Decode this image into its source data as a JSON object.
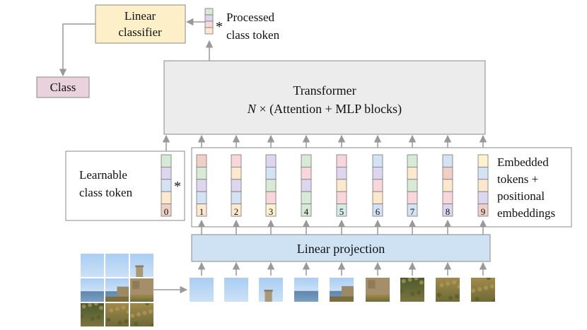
{
  "diagram": {
    "linear_classifier": {
      "line1": "Linear",
      "line2": "classifier"
    },
    "class_box": {
      "label": "Class"
    },
    "processed_token": {
      "line1": "Processed",
      "line2": "class token",
      "asterisk": "*"
    },
    "transformer": {
      "title": "Transformer",
      "italic_n": "N",
      "subtitle_rest": " × (Attention + MLP blocks)"
    },
    "learnable": {
      "line1": "Learnable",
      "line2": "class token",
      "asterisk": "*",
      "index": "0"
    },
    "embedded": {
      "line1": "Embedded",
      "line2": "tokens +",
      "line3": "positional",
      "line4": "embeddings"
    },
    "linear_projection": {
      "label": "Linear projection"
    },
    "token_indices": [
      "1",
      "2",
      "3",
      "4",
      "5",
      "6",
      "7",
      "8",
      "9"
    ]
  },
  "colors": {
    "classifier_fill": "#fdf0c8",
    "class_fill": "#ead2dc",
    "transformer_fill": "#ececec",
    "projection_fill": "#cfe2f3",
    "arrow": "#999999",
    "token_palette": [
      "#d6ead6",
      "#ddd6ee",
      "#f8d7dc",
      "#fbe8cd",
      "#d3e3f4",
      "#efcfc6",
      "#d5ebe7",
      "#fdf2d0"
    ]
  },
  "tokens": {
    "class_token": [
      "#d6ead6",
      "#ddd6ee",
      "#d3e3f4",
      "#fbe8cd",
      "#efcfc6"
    ],
    "processed": [
      "#d6ead6",
      "#ddd6ee",
      "#f8d7dc",
      "#fbe8cd"
    ],
    "patches": [
      [
        "#efcfc6",
        "#d6ead6",
        "#ddd6ee",
        "#d3e3f4",
        "#fbe8cd"
      ],
      [
        "#f8d7dc",
        "#fbe8cd",
        "#ddd6ee",
        "#d3e3f4",
        "#fbe8cd"
      ],
      [
        "#ddd6ee",
        "#d3e3f4",
        "#d6ead6",
        "#f8d7dc",
        "#fdf2d0"
      ],
      [
        "#d6ead6",
        "#f8d7dc",
        "#ddd6ee",
        "#d6ead6",
        "#d6ead6"
      ],
      [
        "#f8d7dc",
        "#ddd6ee",
        "#fbe8cd",
        "#f8d7dc",
        "#d5ebe7"
      ],
      [
        "#d3e3f4",
        "#ddd6ee",
        "#f8d7dc",
        "#fbe8cd",
        "#d3e3f4"
      ],
      [
        "#d6ead6",
        "#fbe8cd",
        "#d6ead6",
        "#f8d7dc",
        "#d3e3f4"
      ],
      [
        "#d3e3f4",
        "#efcfc6",
        "#fbe8cd",
        "#f8d7dc",
        "#ddd6ee"
      ],
      [
        "#fdf2d0",
        "#d3e3f4",
        "#fbe8cd",
        "#ddd6ee",
        "#efcfc6"
      ]
    ]
  }
}
